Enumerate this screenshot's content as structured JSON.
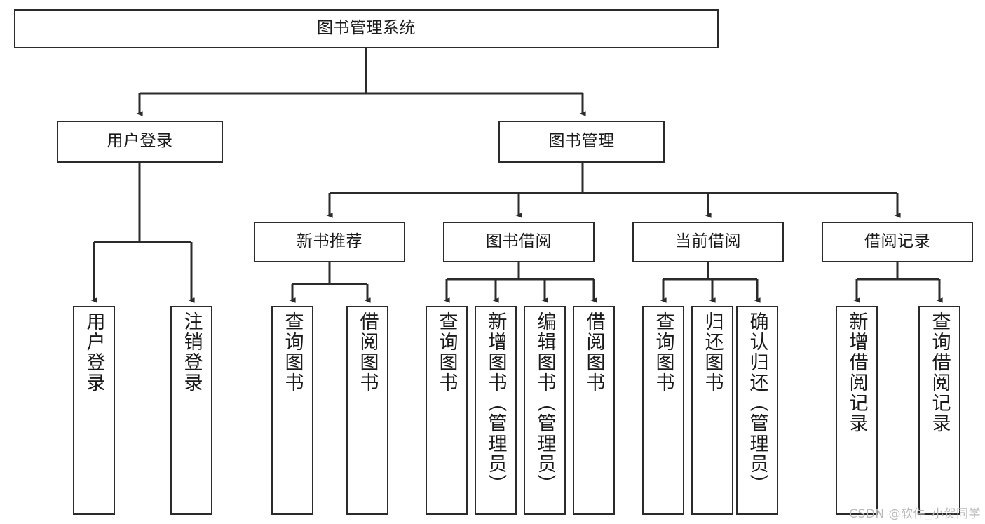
{
  "diagram": {
    "title": "图书管理系统",
    "type": "tree-hierarchy-functional-decomposition",
    "watermark": "CSDN @软件_小贺同学",
    "colors": {
      "box_border": "#2b2b2b",
      "box_fill": "#ffffff",
      "connector": "#2b2b2b",
      "text": "#1a1a1a",
      "watermark": "#b9b9b9"
    },
    "nodes": {
      "root": {
        "label": "图书管理系统"
      },
      "level2": [
        {
          "id": "user-login",
          "label": "用户登录"
        },
        {
          "id": "book-management",
          "label": "图书管理"
        }
      ],
      "level3": [
        {
          "id": "new-book-recommend",
          "label": "新书推荐"
        },
        {
          "id": "book-borrow",
          "label": "图书借阅"
        },
        {
          "id": "current-borrow",
          "label": "当前借阅"
        },
        {
          "id": "borrow-record",
          "label": "借阅记录"
        }
      ],
      "leaves": {
        "user_login": [
          {
            "id": "leaf-user-login",
            "label": "用户登录"
          },
          {
            "id": "leaf-logout-login",
            "label": "注销登录"
          }
        ],
        "new_book_recommend": [
          {
            "id": "leaf-query-book-1",
            "label": "查询图书"
          },
          {
            "id": "leaf-borrow-book-1",
            "label": "借阅图书"
          }
        ],
        "book_borrow": [
          {
            "id": "leaf-query-book-2",
            "label": "查询图书"
          },
          {
            "id": "leaf-add-book",
            "label": "新增图书（管理员）"
          },
          {
            "id": "leaf-edit-book",
            "label": "编辑图书（管理员）"
          },
          {
            "id": "leaf-borrow-book-2",
            "label": "借阅图书"
          }
        ],
        "current_borrow": [
          {
            "id": "leaf-query-book-3",
            "label": "查询图书"
          },
          {
            "id": "leaf-return-book",
            "label": "归还图书"
          },
          {
            "id": "leaf-confirm-return",
            "label": "确认归还（管理员）"
          }
        ],
        "borrow_record": [
          {
            "id": "leaf-add-borrow-record",
            "label": "新增借阅记录"
          },
          {
            "id": "leaf-query-borrow-record",
            "label": "查询借阅记录"
          }
        ]
      }
    }
  }
}
